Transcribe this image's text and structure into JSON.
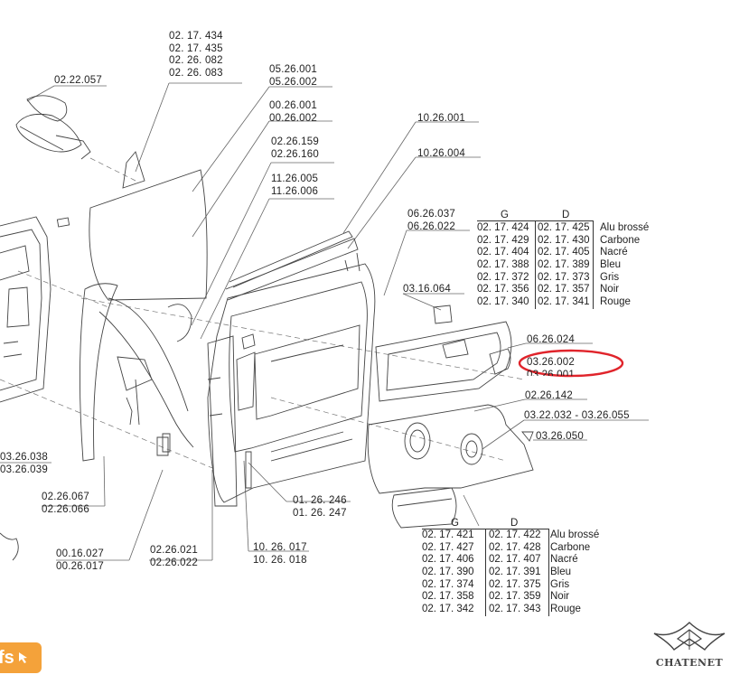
{
  "labels": {
    "l1": [
      "02. 17. 434",
      "02. 17. 435",
      "02. 26. 082",
      "02. 26. 083"
    ],
    "l2": "02.22.057",
    "l3": [
      "05.26.001",
      "05.26.002"
    ],
    "l4": [
      "00.26.001",
      "00.26.002"
    ],
    "l5": [
      "02.26.159",
      "02.26.160"
    ],
    "l6": [
      "11.26.005",
      "11.26.006"
    ],
    "l7": "10.26.001",
    "l8": "10.26.004",
    "l9": [
      "06.26.037",
      "06.26.022"
    ],
    "l10": "03.16.064",
    "l11": "06.26.024",
    "l12": "03.26.002",
    "l13": "03.26.001",
    "l14": "02.26.142",
    "l15": "03.22.032 - 03.26.055",
    "l16": "03.26.050",
    "l17": [
      "03.26.038",
      "03.26.039"
    ],
    "l18": [
      "02.26.067",
      "02.26.066"
    ],
    "l19": [
      "01. 26. 246",
      "01. 26. 247"
    ],
    "l20": [
      "00.16.027",
      "00.26.017"
    ],
    "l21": [
      "02.26.021",
      "02.26.022"
    ],
    "l22": [
      "10. 26. 017",
      "10. 26. 018"
    ]
  },
  "table_top": {
    "header_g": "G",
    "header_d": "D",
    "rows": [
      {
        "g": "02. 17. 424",
        "d": "02. 17. 425",
        "name": "Alu brossé"
      },
      {
        "g": "02. 17. 429",
        "d": "02. 17. 430",
        "name": "Carbone"
      },
      {
        "g": "02. 17. 404",
        "d": "02. 17. 405",
        "name": "Nacré"
      },
      {
        "g": "02. 17. 388",
        "d": "02. 17. 389",
        "name": "Bleu"
      },
      {
        "g": "02. 17. 372",
        "d": "02. 17. 373",
        "name": "Gris"
      },
      {
        "g": "02. 17. 356",
        "d": "02. 17. 357",
        "name": "Noir"
      },
      {
        "g": "02. 17. 340",
        "d": "02. 17. 341",
        "name": "Rouge"
      }
    ]
  },
  "table_bottom": {
    "header_g": "G",
    "header_d": "D",
    "rows": [
      {
        "g": "02. 17. 421",
        "d": "02. 17. 422",
        "name": "Alu brossé"
      },
      {
        "g": "02. 17. 427",
        "d": "02. 17. 428",
        "name": "Carbone"
      },
      {
        "g": "02. 17. 406",
        "d": "02. 17. 407",
        "name": "Nacré"
      },
      {
        "g": "02. 17. 390",
        "d": "02. 17. 391",
        "name": "Bleu"
      },
      {
        "g": "02. 17. 374",
        "d": "02. 17. 375",
        "name": "Gris"
      },
      {
        "g": "02. 17. 358",
        "d": "02. 17. 359",
        "name": "Noir"
      },
      {
        "g": "02. 17. 342",
        "d": "02. 17. 343",
        "name": "Rouge"
      }
    ]
  },
  "highlight_color": "#e0242b",
  "badge": {
    "text": "fs",
    "icon": "cursor-arrow-icon",
    "color": "#f4a23a"
  },
  "brand": {
    "text": "CHATENET",
    "icon": "chatenet-logo-icon"
  }
}
